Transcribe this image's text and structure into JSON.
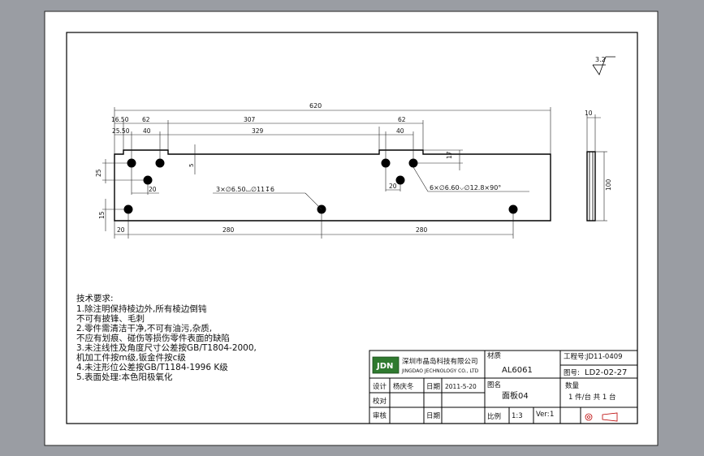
{
  "drawing": {
    "roughness": "3.2",
    "dimensions": {
      "overall_length": "620",
      "d1": "16.50",
      "d2": "62",
      "d3": "307",
      "d4": "62",
      "d5": "25.50",
      "d6": "40",
      "d7": "329",
      "d8": "40",
      "d9": "17",
      "d10": "25",
      "d11": "5",
      "d12": "20",
      "d13": "20",
      "d14": "15",
      "d15": "20",
      "d16": "280",
      "d17": "280",
      "side_thickness": "10",
      "side_height": "100"
    },
    "callouts": {
      "holes_a": "3×∅6.50⌴∅11↧6",
      "holes_b": "6×∅6.60⌵∅12.8×90°"
    }
  },
  "notes": {
    "heading": "技术要求:",
    "lines": [
      "1.除注明保持棱边外,所有棱边倒钝",
      "  不可有披锋、毛刺",
      "2.零件需清洁干净,不可有油污,杂质,",
      "  不应有划痕、碰伤等损伤零件表面的缺陷",
      "3.未注线性及角度尺寸公差按GB/T1804-2000,",
      "  机加工件按m级,钣金件按c级",
      "4.未注形位公差按GB/T1184-1996 K级",
      "5.表面处理:本色阳极氧化"
    ]
  },
  "title_block": {
    "logo": "JDN",
    "company_cn": "深圳市晶岛科技有限公司",
    "company_en": "JINGDAO JECHNOLOGY CO., LTD",
    "material_label": "材质",
    "material": "AL6061",
    "project_label": "工程号:",
    "project": "JD11-0409",
    "drawing_no_label": "图号:",
    "drawing_no": "LD2-02-27",
    "design_label": "设计",
    "designer": "杨庆冬",
    "date_label": "日期",
    "date": "2011-5-20",
    "name_label": "图名",
    "name": "面板04",
    "qty_label": "数量",
    "qty": "1 件/台    共 1 台",
    "check_label": "校对",
    "approve_label": "审核",
    "date2_label": "日期",
    "scale_label": "比例",
    "scale": "1:3",
    "ver_label": "Ver:",
    "ver": "1"
  }
}
